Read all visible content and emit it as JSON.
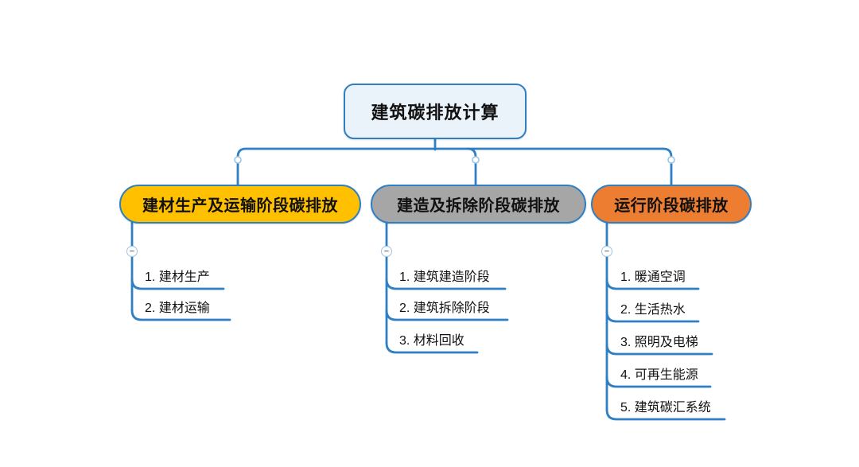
{
  "diagram": {
    "root": {
      "label": "建筑碳排放计算"
    },
    "branches": [
      {
        "label": "建材生产及运输阶段碳排放",
        "color": "#FFC000",
        "children": [
          "1. 建材生产",
          "2. 建材运输"
        ]
      },
      {
        "label": "建造及拆除阶段碳排放",
        "color": "#A6A6A6",
        "children": [
          "1. 建筑建造阶段",
          "2. 建筑拆除阶段",
          "3. 材料回收"
        ]
      },
      {
        "label": "运行阶段碳排放",
        "color": "#ED7D31",
        "children": [
          "1. 暖通空调",
          "2. 生活热水",
          "3. 照明及电梯",
          "4. 可再生能源",
          "5. 建筑碳汇系统"
        ]
      }
    ],
    "collapse_symbol": "−",
    "colors": {
      "connector_blue": "#2e7fc4",
      "junction_dot_border": "#9dc3e6",
      "root_fill": "#eaf2fa",
      "branch_yellow": "#FFC000",
      "branch_gray": "#A6A6A6",
      "branch_orange": "#ED7D31",
      "text": "#111111"
    }
  }
}
